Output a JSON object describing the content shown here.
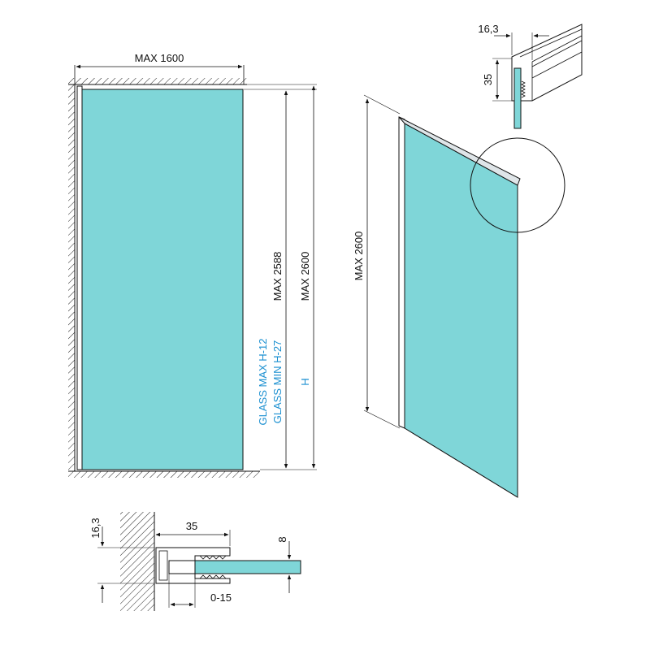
{
  "colors": {
    "glass": "#7fd6d8",
    "line": "#1a1a1a",
    "blue_text": "#1a8fd0"
  },
  "labels": {
    "max_width": "MAX 1600",
    "max_2588": "MAX 2588",
    "max_2600_front": "MAX 2600",
    "glass_max": "GLASS MAX H-12",
    "glass_min": "GLASS MIN H-27",
    "h": "H",
    "max_2600_persp": "MAX 2600",
    "detail_width": "16,3",
    "detail_height": "35",
    "section_height": "16,3",
    "section_width": "35",
    "glass_thickness": "8",
    "adjust_range": "0-15"
  }
}
